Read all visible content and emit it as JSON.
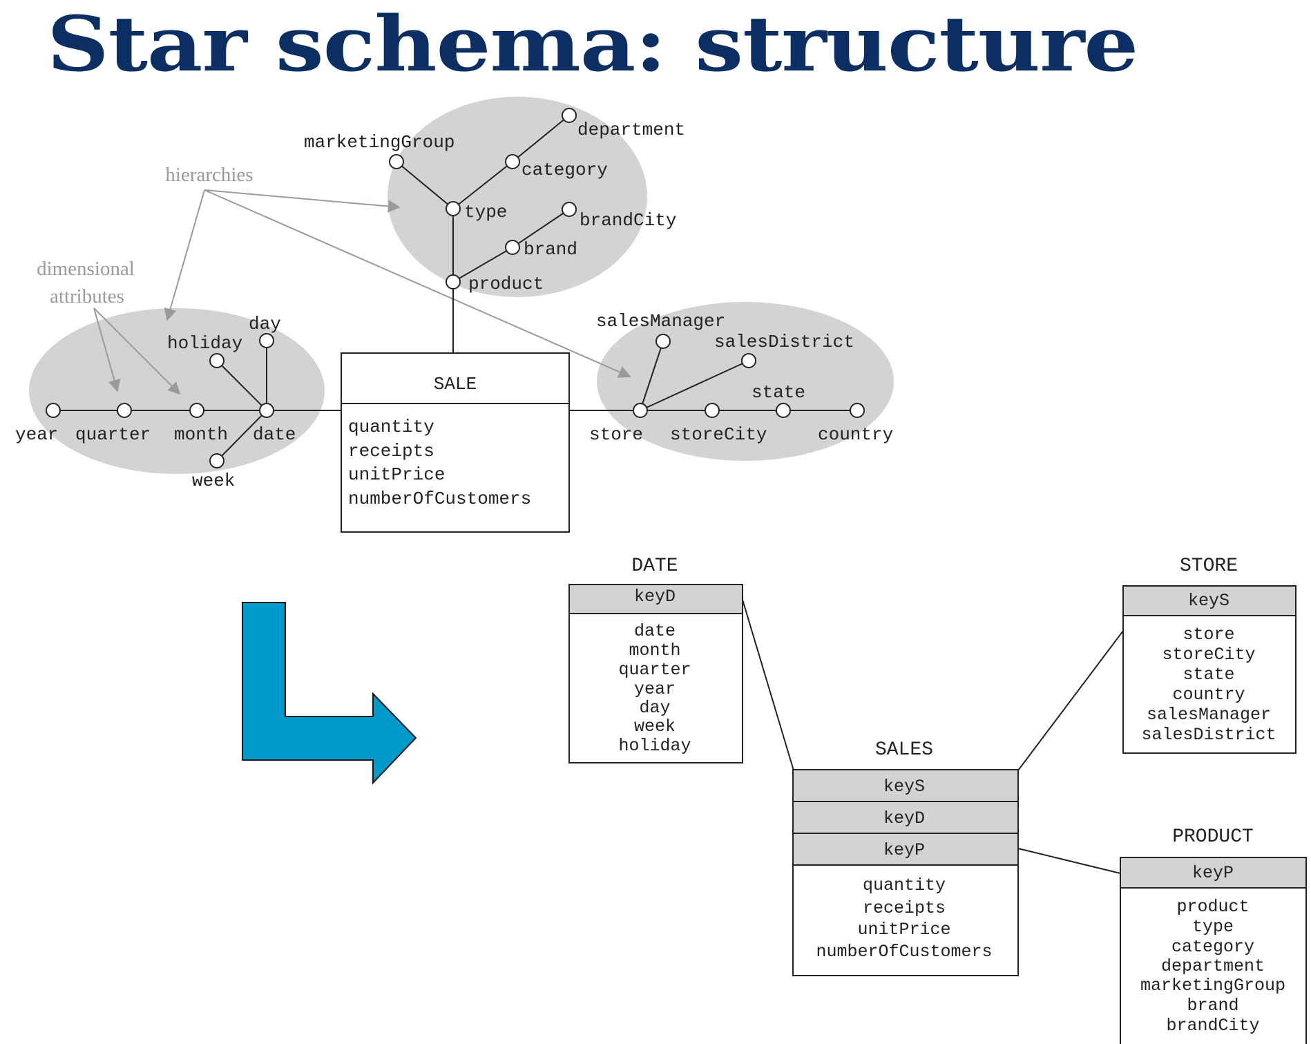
{
  "title": "Star schema: structure",
  "colors": {
    "title": "#0b2f62",
    "hierarchy_fill": "#d2d3d5",
    "key_fill": "#d2d3d5",
    "pointer_gray": "#9a9a9a",
    "arrow_blue": "#0099cc"
  },
  "annotations": {
    "hierarchies": "hierarchies",
    "dimensional_line1": "dimensional",
    "dimensional_line2": "attributes"
  },
  "fact_schema": {
    "fact_name": "SALE",
    "measures": [
      "quantity",
      "receipts",
      "unitPrice",
      "numberOfCustomers"
    ],
    "attributes": {
      "marketingGroup": "marketingGroup",
      "department": "department",
      "category": "category",
      "type": "type",
      "brandCity": "brandCity",
      "brand": "brand",
      "product": "product",
      "salesManager": "salesManager",
      "salesDistrict": "salesDistrict",
      "state": "state",
      "store": "store",
      "storeCity": "storeCity",
      "country": "country",
      "year": "year",
      "quarter": "quarter",
      "month": "month",
      "date": "date",
      "day": "day",
      "holiday": "holiday",
      "week": "week"
    }
  },
  "star_schema": {
    "date_table": {
      "name": "DATE",
      "key": "keyD",
      "fields": [
        "date",
        "month",
        "quarter",
        "year",
        "day",
        "week",
        "holiday"
      ]
    },
    "store_table": {
      "name": "STORE",
      "key": "keyS",
      "fields": [
        "store",
        "storeCity",
        "state",
        "country",
        "salesManager",
        "salesDistrict"
      ]
    },
    "sales_table": {
      "name": "SALES",
      "keys": [
        "keyS",
        "keyD",
        "keyP"
      ],
      "fields": [
        "quantity",
        "receipts",
        "unitPrice",
        "numberOfCustomers"
      ]
    },
    "product_table": {
      "name": "PRODUCT",
      "key": "keyP",
      "fields": [
        "product",
        "type",
        "category",
        "department",
        "marketingGroup",
        "brand",
        "brandCity"
      ]
    }
  }
}
